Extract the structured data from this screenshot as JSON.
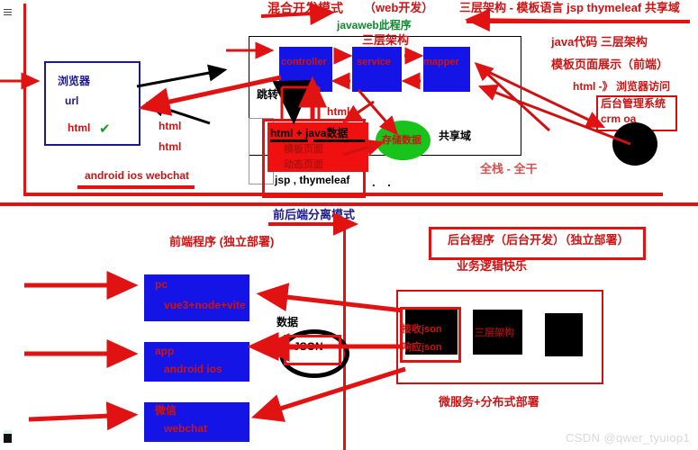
{
  "meta": {
    "watermark": "CSDN @qwer_tyuiop1"
  },
  "top_section": {
    "title_hybrid": "混合开发模式",
    "title_hybrid_paren": "（web开发）",
    "subtitle_javaweb": "javaweb此程序",
    "title_right": "三层架构 - 模板语言 jsp thymeleaf   共享域",
    "three_tier_label": "三层架构",
    "browser_box": {
      "name": "浏览器",
      "url": "url",
      "html": "html",
      "check": "✔"
    },
    "mvc": {
      "controller": "controller",
      "service": "service",
      "mapper": "mapper"
    },
    "jump_label": "跳转",
    "html_label_1": "html",
    "html_label_2": "html",
    "html_label_3": "html",
    "template_box": {
      "line1": "html + java数据",
      "line2": "模板页面",
      "line3": "动态页面",
      "line4": "jsp , thymeleaf"
    },
    "storage_ellipse": "存储数据",
    "shared_domain": "共享域",
    "dots": ". .",
    "android_note": "android  ios webchat",
    "right_notes": {
      "line1": "java代码 三层架构",
      "line2": "模板页面展示（前端）",
      "line3": "html -》 浏览器访问",
      "admin_box_line1": "后台管理系统",
      "admin_box_line2": "crm oa"
    },
    "fullstack": "全栈 - 全干"
  },
  "bottom_section": {
    "title_separation": "前后端分离模式",
    "frontend_title": "前端程序 (独立部署)",
    "frontend_boxes": [
      {
        "label": "pc",
        "sub": "vue3+node+vite"
      },
      {
        "label": "app",
        "sub": "android ios"
      },
      {
        "label": "微信",
        "sub": "webchat"
      }
    ],
    "data_label": "数据",
    "json_label": "JSON",
    "backend_title": "后台程序（后台开发）（独立部署）",
    "business_logic": "业务逻辑快乐",
    "backend_boxes": [
      {
        "line1": "接收json",
        "line2": "响应json"
      },
      {
        "line1": "三层架构",
        "line2": ""
      },
      {
        "line1": "",
        "line2": ""
      }
    ],
    "microservice": "微服务+分布式部署"
  },
  "colors": {
    "red": "#cc1414",
    "blue_box": "#1414e6",
    "navy": "#1a1a8c",
    "green": "#18c41c",
    "stroke_red": "#e01212"
  }
}
